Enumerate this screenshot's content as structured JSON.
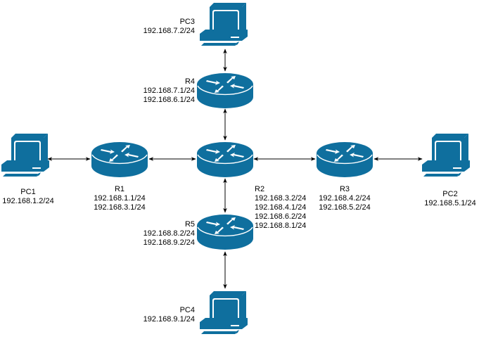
{
  "diagram": {
    "type": "network-topology",
    "colors": {
      "device": "#0f6f9e",
      "device_light": "#1a80ad",
      "link": "#000000",
      "glyph": "#ffffff"
    },
    "nodes": [
      {
        "id": "PC1",
        "kind": "pc",
        "name": "PC1",
        "addresses": [
          "192.168.1.2/24"
        ]
      },
      {
        "id": "R1",
        "kind": "router",
        "name": "R1",
        "addresses": [
          "192.168.1.1/24",
          "192.168.3.1/24"
        ]
      },
      {
        "id": "R2",
        "kind": "router",
        "name": "R2",
        "addresses": [
          "192.168.3.2/24",
          "192.168.4.1/24",
          "192.168.6.2/24",
          "192.168.8.1/24"
        ]
      },
      {
        "id": "R3",
        "kind": "router",
        "name": "R3",
        "addresses": [
          "192.168.4.2/24",
          "192.168.5.2/24"
        ]
      },
      {
        "id": "PC2",
        "kind": "pc",
        "name": "PC2",
        "addresses": [
          "192.168.5.1/24"
        ]
      },
      {
        "id": "R4",
        "kind": "router",
        "name": "R4",
        "addresses": [
          "192.168.7.1/24",
          "192.168.6.1/24"
        ]
      },
      {
        "id": "PC3",
        "kind": "pc",
        "name": "PC3",
        "addresses": [
          "192.168.7.2/24"
        ]
      },
      {
        "id": "R5",
        "kind": "router",
        "name": "R5",
        "addresses": [
          "192.168.8.2/24",
          "192.168.9.2/24"
        ]
      },
      {
        "id": "PC4",
        "kind": "pc",
        "name": "PC4",
        "addresses": [
          "192.168.9.1/24"
        ]
      }
    ],
    "links": [
      {
        "from": "PC1",
        "to": "R1",
        "direction": "bidirectional"
      },
      {
        "from": "R1",
        "to": "R2",
        "direction": "bidirectional"
      },
      {
        "from": "R2",
        "to": "R3",
        "direction": "bidirectional"
      },
      {
        "from": "R3",
        "to": "PC2",
        "direction": "bidirectional"
      },
      {
        "from": "PC3",
        "to": "R4",
        "direction": "bidirectional"
      },
      {
        "from": "R4",
        "to": "R2",
        "direction": "bidirectional"
      },
      {
        "from": "R2",
        "to": "R5",
        "direction": "bidirectional"
      },
      {
        "from": "R5",
        "to": "PC4",
        "direction": "bidirectional"
      }
    ]
  }
}
